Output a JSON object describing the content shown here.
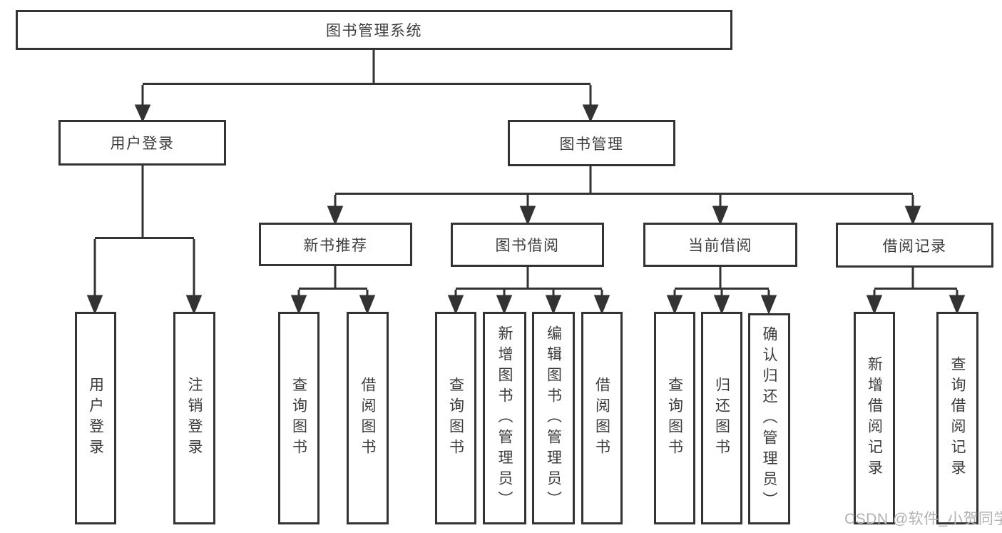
{
  "diagram": {
    "root": {
      "label": "图书管理系统"
    },
    "branches": [
      {
        "label": "用户登录",
        "children": [
          {
            "label": "用户登录"
          },
          {
            "label": "注销登录"
          }
        ]
      },
      {
        "label": "图书管理",
        "children": [
          {
            "label": "新书推荐",
            "children": [
              {
                "label": "查询图书"
              },
              {
                "label": "借阅图书"
              }
            ]
          },
          {
            "label": "图书借阅",
            "children": [
              {
                "label": "查询图书"
              },
              {
                "label": "新增图书（管理员）"
              },
              {
                "label": "编辑图书（管理员）"
              },
              {
                "label": "借阅图书"
              }
            ]
          },
          {
            "label": "当前借阅",
            "children": [
              {
                "label": "查询图书"
              },
              {
                "label": "归还图书"
              },
              {
                "label": "确认归还（管理员）"
              }
            ]
          },
          {
            "label": "借阅记录",
            "children": [
              {
                "label": "新增借阅记录"
              },
              {
                "label": "查询借阅记录"
              }
            ]
          }
        ]
      }
    ]
  },
  "watermark": {
    "text": "CSDN @软件_小贺同学"
  },
  "colors": {
    "line": "#333333",
    "box_border": "#333333",
    "text": "#3c3c3c",
    "watermark": "#b2b2b2",
    "background": "#ffffff"
  }
}
